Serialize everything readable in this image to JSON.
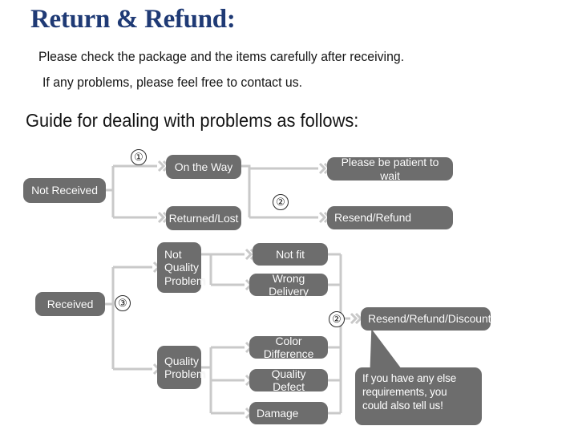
{
  "page": {
    "title": "Return & Refund:",
    "title_color": "#1f3a75",
    "intro_line_1": "Please check the package and the items carefully after receiving.",
    "intro_line_2": "If any problems, please feel free to contact us.",
    "subtitle": "Guide for dealing with problems as follows:",
    "node_color": "#6d6d6d",
    "connector_color": "#c6c6c6"
  },
  "flowchart": {
    "nodes": {
      "not_received": "Not Received",
      "on_the_way": "On the Way",
      "returned_lost": "Returned/Lost",
      "please_be_patient": "Please be patient to wait",
      "resend_refund": "Resend/Refund",
      "received": "Received",
      "not_quality_problem": "Not\nQuality\nProblem",
      "quality_problem": "Quality\nProblem",
      "not_fit": "Not fit",
      "wrong_delivery": "Wrong Delivery",
      "color_difference": "Color Difference",
      "quality_defect": "Quality Defect",
      "damage": "Damage",
      "resend_refund_discount": "Resend/Refund/Discount"
    },
    "markers": {
      "marker_1": "①",
      "marker_2_top": "②",
      "marker_3": "③",
      "marker_2_bottom": "②"
    },
    "callout": "If you have any else requirements, you could also tell us!"
  }
}
